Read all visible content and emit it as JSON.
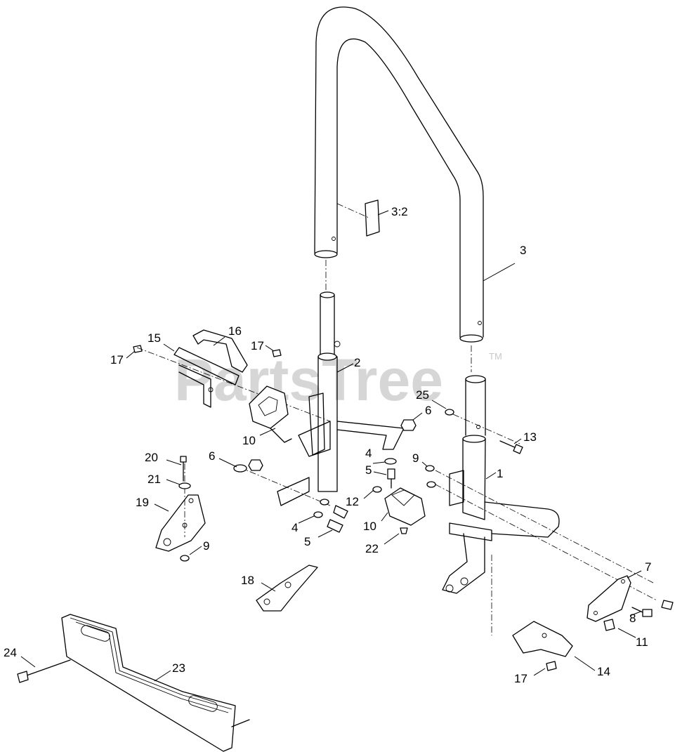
{
  "watermark": {
    "text": "PartsTree",
    "trademark": "TM"
  },
  "callouts": {
    "c1": "1",
    "c2": "2",
    "c3": "3",
    "c3_2": "3:2",
    "c4a": "4",
    "c4b": "4",
    "c5a": "5",
    "c5b": "5",
    "c6a": "6",
    "c6b": "6",
    "c7": "7",
    "c8": "8",
    "c9a": "9",
    "c9b": "9",
    "c10a": "10",
    "c10b": "10",
    "c11": "11",
    "c12": "12",
    "c13": "13",
    "c14": "14",
    "c15": "15",
    "c16": "16",
    "c17a": "17",
    "c17b": "17",
    "c17c": "17",
    "c18": "18",
    "c19": "19",
    "c20": "20",
    "c21": "21",
    "c22": "22",
    "c23": "23",
    "c24": "24",
    "c25": "25"
  }
}
